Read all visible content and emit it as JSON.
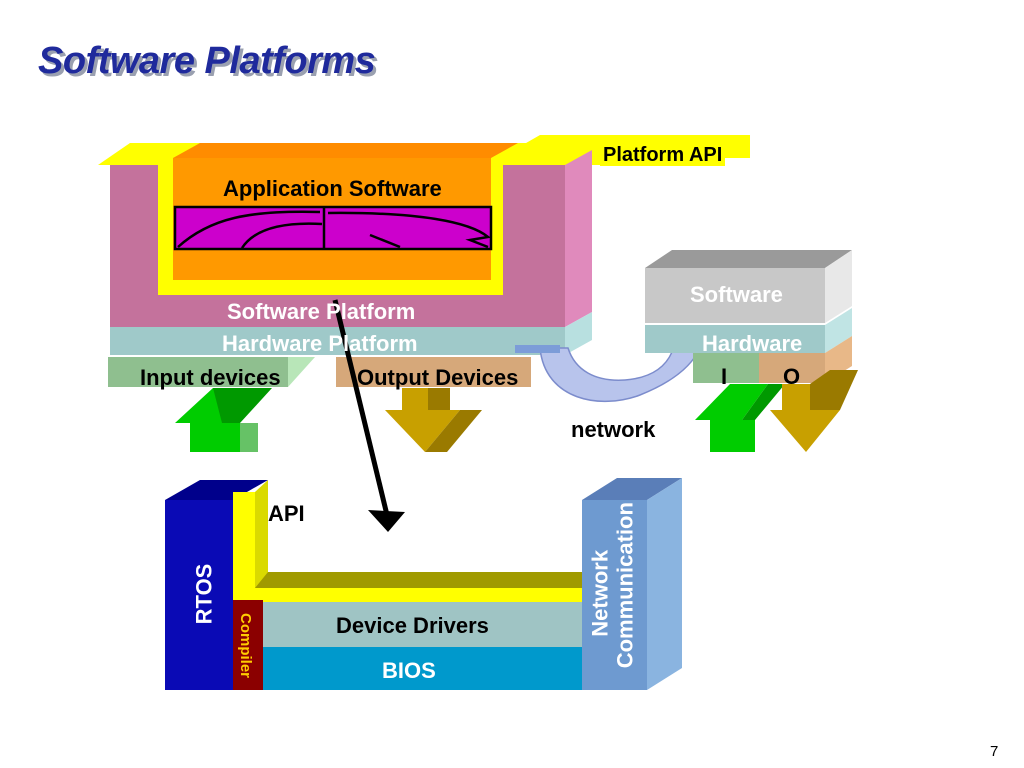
{
  "slide": {
    "title": "Software Platforms",
    "page_number": "7"
  },
  "top_diagram": {
    "platform_api_label": "Platform API",
    "application_software_label": "Application Software",
    "software_platform_label": "Software Platform",
    "hardware_platform_label": "Hardware Platform",
    "input_devices_label": "Input devices",
    "output_devices_label": "Output Devices",
    "network_label": "network",
    "remote_software_label": "Software",
    "remote_hardware_label": "Hardware",
    "remote_input_label": "I",
    "remote_output_label": "O"
  },
  "bottom_diagram": {
    "api_label": "API",
    "rtos_label": "RTOS",
    "compiler_label": "Compiler",
    "device_drivers_label": "Device Drivers",
    "bios_label": "BIOS",
    "network_communication_line1": "Network",
    "network_communication_line2": "Communication"
  },
  "colors": {
    "title": "#1f2a9c",
    "software_platform": "#c4729c",
    "hardware_platform": "#9fc9c9",
    "application": "#ff9900",
    "api_yellow": "#ffff00",
    "rtos": "#0a0ab5",
    "compiler": "#8b0000",
    "bios": "#0099cc",
    "network_comm": "#6e9ad0",
    "arrow_green": "#00cc00",
    "arrow_gold": "#c8a000"
  }
}
